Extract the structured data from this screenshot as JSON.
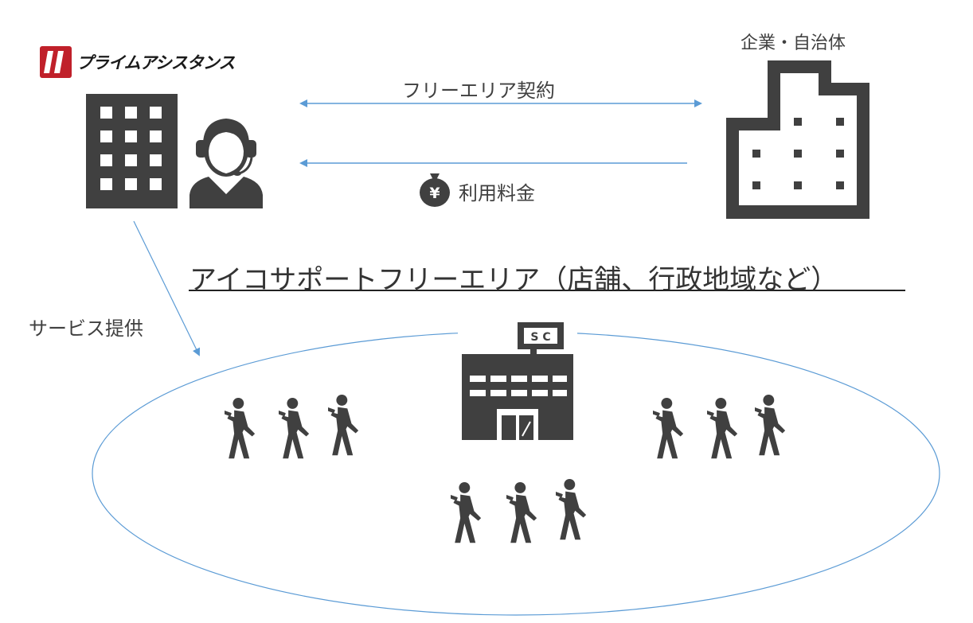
{
  "provider": {
    "logo_text": "プライムアシスタンス"
  },
  "client": {
    "label": "企業・自治体"
  },
  "arrows": {
    "contract_label": "フリーエリア契約",
    "fee_label": "利用料金",
    "service_label": "サービス提供"
  },
  "free_area": {
    "title": "アイコサポートフリーエリア（店舗、行政地域など）"
  },
  "store_sign": "S C",
  "yen_symbol": "¥",
  "colors": {
    "arrow": "#5b9bd5",
    "icon": "#404040",
    "logo_red": "#c0202a",
    "ellipse": "#5b9bd5"
  }
}
